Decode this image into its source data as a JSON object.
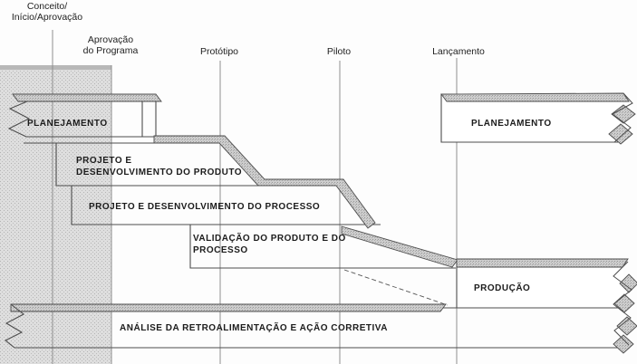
{
  "milestones": [
    {
      "line1": "Conceito/",
      "line2": "Início/Aprovação"
    },
    {
      "line1": "Aprovação",
      "line2": "do Programa"
    },
    {
      "line1": "Protótipo",
      "line2": ""
    },
    {
      "line1": "Piloto",
      "line2": ""
    },
    {
      "line1": "Lançamento",
      "line2": ""
    }
  ],
  "phases": {
    "planejamento_left": "PLANEJAMENTO",
    "projeto_produto_line1": "PROJETO E",
    "projeto_produto_line2": "DESENVOLVIMENTO DO PRODUTO",
    "projeto_processo": "PROJETO E DESENVOLVIMENTO DO PROCESSO",
    "validacao_line1": "VALIDAÇÃO DO PRODUTO E DO",
    "validacao_line2": "PROCESSO",
    "planejamento_right": "PLANEJAMENTO",
    "producao": "PRODUÇÃO",
    "analise": "ANÁLISE DA RETROALIMENTAÇÃO E AÇÃO CORRETIVA"
  },
  "colors": {
    "background": "#fdfdfd",
    "outline": "#4d4d4d",
    "milestone_line": "#909090",
    "shaded_column": "#d9d9d9",
    "band_fill": "#cccccc",
    "text": "#1c1c1c"
  }
}
